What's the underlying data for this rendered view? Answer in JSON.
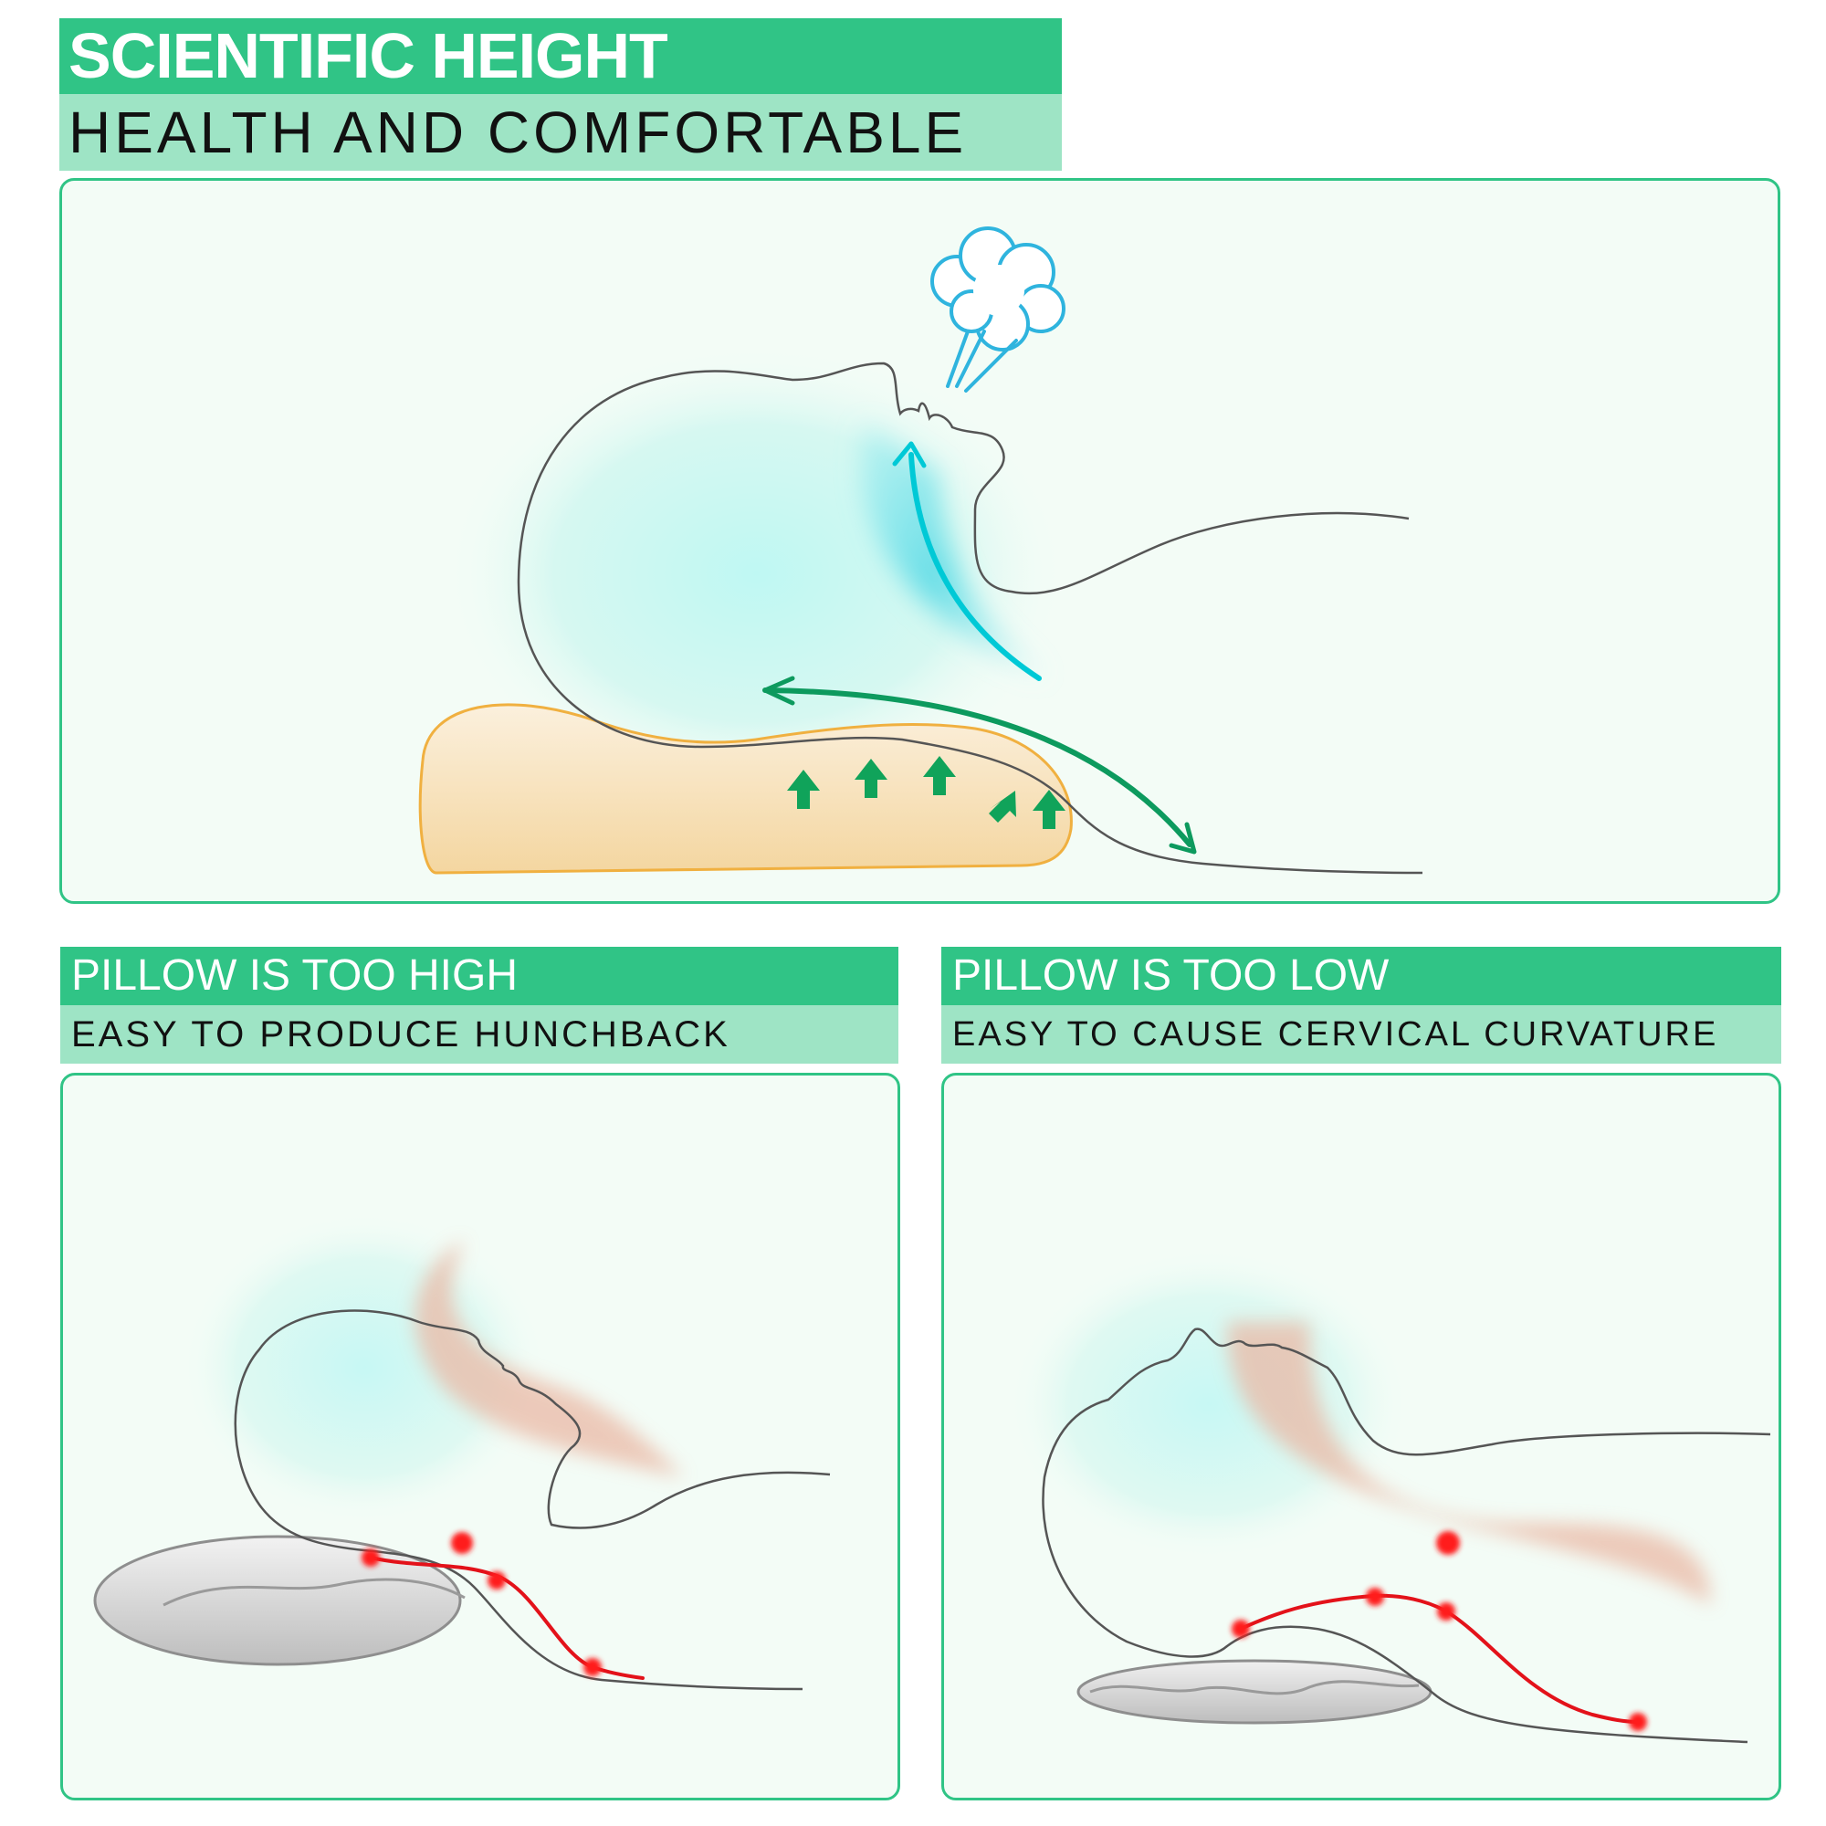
{
  "header": {
    "title": "SCIENTIFIC HEIGHT",
    "subtitle": "HEALTH AND COMFORTABLE"
  },
  "panels": {
    "left": {
      "title": "PILLOW IS TOO HIGH",
      "subtitle": "EASY TO PRODUCE HUNCHBACK"
    },
    "right": {
      "title": "PILLOW IS TOO LOW",
      "subtitle": "EASY TO CAUSE CERVICAL CURVATURE"
    }
  },
  "colors": {
    "banner_dark": "#30c486",
    "banner_light": "#9ee4c5",
    "panel_border": "#30c486",
    "panel_fill": "#f3fcf6",
    "airway": "#00d3e0",
    "support_arrows": "#10a35a",
    "pain_points": "#ff0000",
    "memory_pillow": "#f6d9a6",
    "bad_pillow": "#cfcfcf"
  }
}
